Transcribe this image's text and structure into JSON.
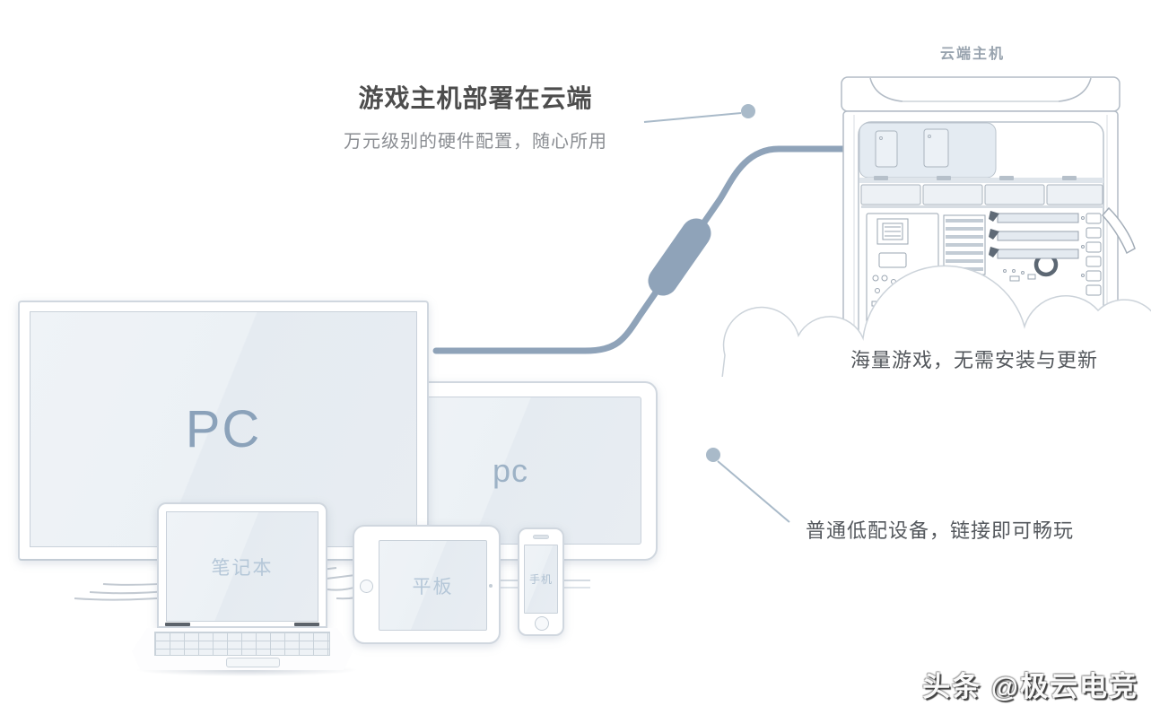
{
  "header": {
    "title": "游戏主机部署在云端",
    "subtitle": "万元级别的硬件配置，随心所用"
  },
  "cloud_host": {
    "label": "云端主机"
  },
  "notes": {
    "games": "海量游戏，无需安装与更新",
    "low_spec": "普通低配设备，链接即可畅玩"
  },
  "devices": {
    "desktop": "PC",
    "tv": "pc",
    "laptop": "笔记本",
    "tablet": "平板",
    "phone": "手机"
  },
  "watermark": "头条 @极云电竞",
  "colors": {
    "cable": "#8fa3b9",
    "callout": "#a9bac9",
    "screen": "#e9eef3",
    "title": "#4d4d4d",
    "subtitle": "#8a8d92",
    "note": "#54585d",
    "device_label": "#b5c7d8",
    "cloud_label": "#98a3ae"
  }
}
